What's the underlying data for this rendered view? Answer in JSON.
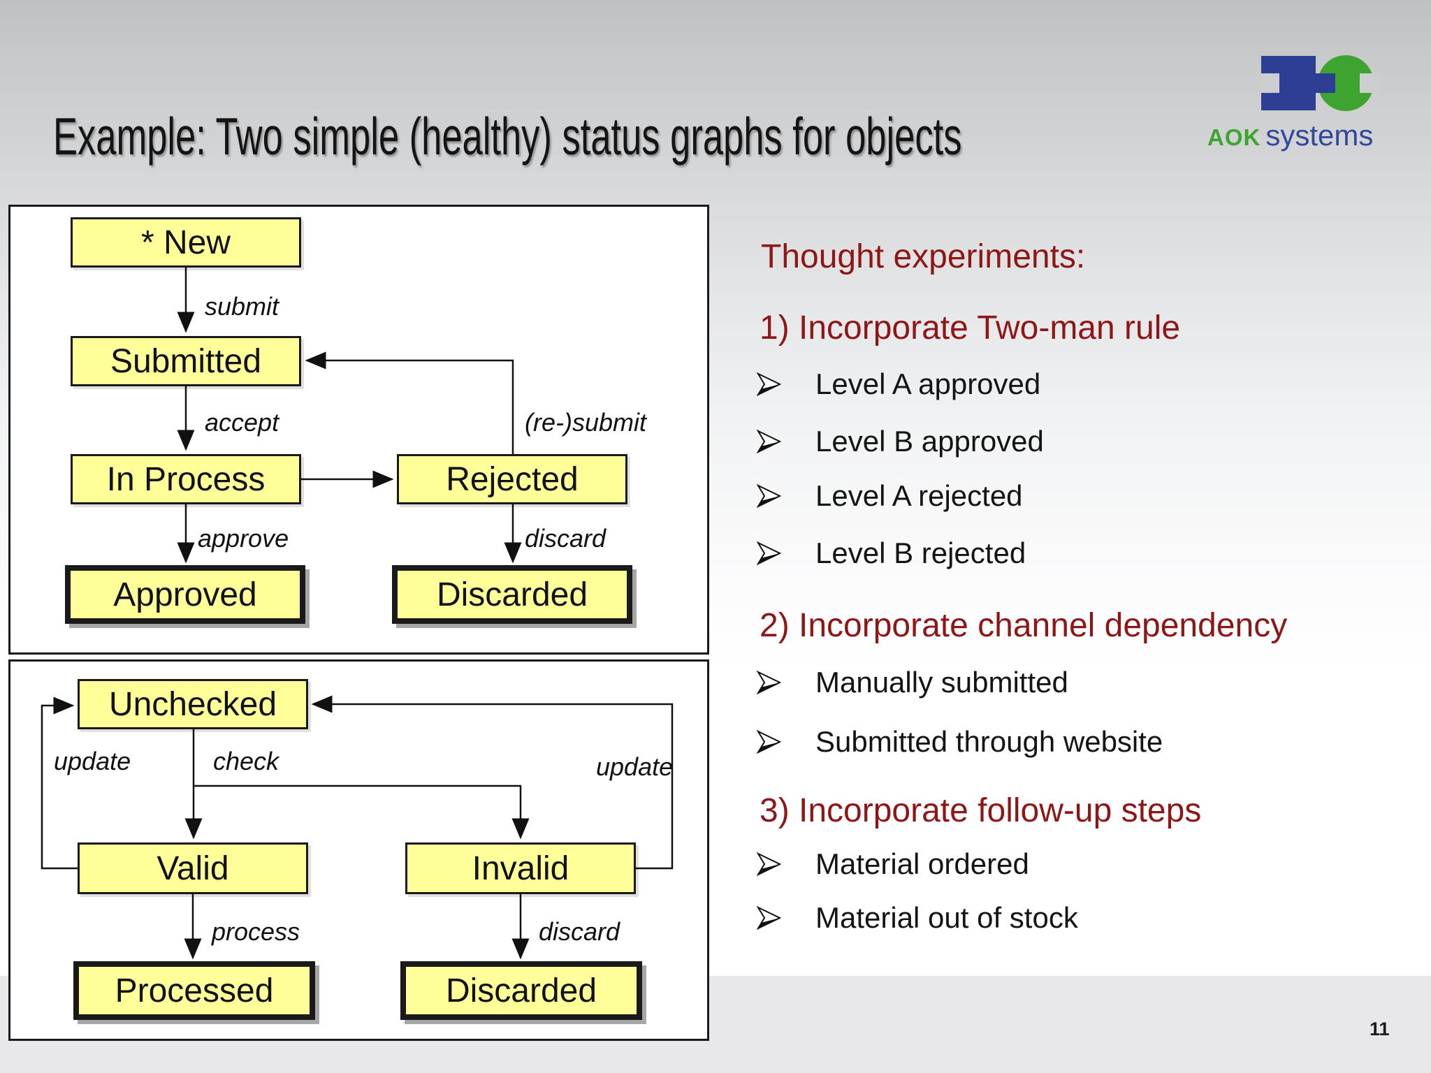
{
  "slide": {
    "title": "Example: Two simple (healthy) status graphs for objects",
    "page_number": "11"
  },
  "logo": {
    "brand_bold": "AOK",
    "brand_regular": "systems"
  },
  "colors": {
    "heading_red": "#8E1616",
    "state_fill": "#FFFF99",
    "state_border": "#1A1A1A",
    "logo_green": "#3DA42F",
    "logo_blue": "#2E3E95",
    "footer_band": "#E8E8EA"
  },
  "diagram_top": {
    "states": [
      {
        "label": "* New",
        "final": false
      },
      {
        "label": "Submitted",
        "final": false
      },
      {
        "label": "In Process",
        "final": false
      },
      {
        "label": "Approved",
        "final": true
      },
      {
        "label": "Rejected",
        "final": false
      },
      {
        "label": "Discarded",
        "final": true
      }
    ],
    "transition_labels": [
      "submit",
      "accept",
      "approve",
      "(re-)submit",
      "discard"
    ]
  },
  "diagram_bottom": {
    "states": [
      {
        "label": "Unchecked",
        "final": false
      },
      {
        "label": "Valid",
        "final": false
      },
      {
        "label": "Invalid",
        "final": false
      },
      {
        "label": "Processed",
        "final": true
      },
      {
        "label": "Discarded",
        "final": true
      }
    ],
    "transition_labels": [
      "update",
      "check",
      "update",
      "process",
      "discard"
    ]
  },
  "panel": {
    "intro": "Thought experiments:",
    "sections": [
      {
        "heading": "1) Incorporate Two-man rule",
        "items": [
          "Level A approved",
          "Level B approved",
          "Level A rejected",
          "Level B rejected"
        ]
      },
      {
        "heading": "2) Incorporate channel dependency",
        "items": [
          "Manually submitted",
          "Submitted through website"
        ]
      },
      {
        "heading": "3) Incorporate follow-up steps",
        "items": [
          "Material ordered",
          "Material out of stock"
        ]
      }
    ]
  }
}
